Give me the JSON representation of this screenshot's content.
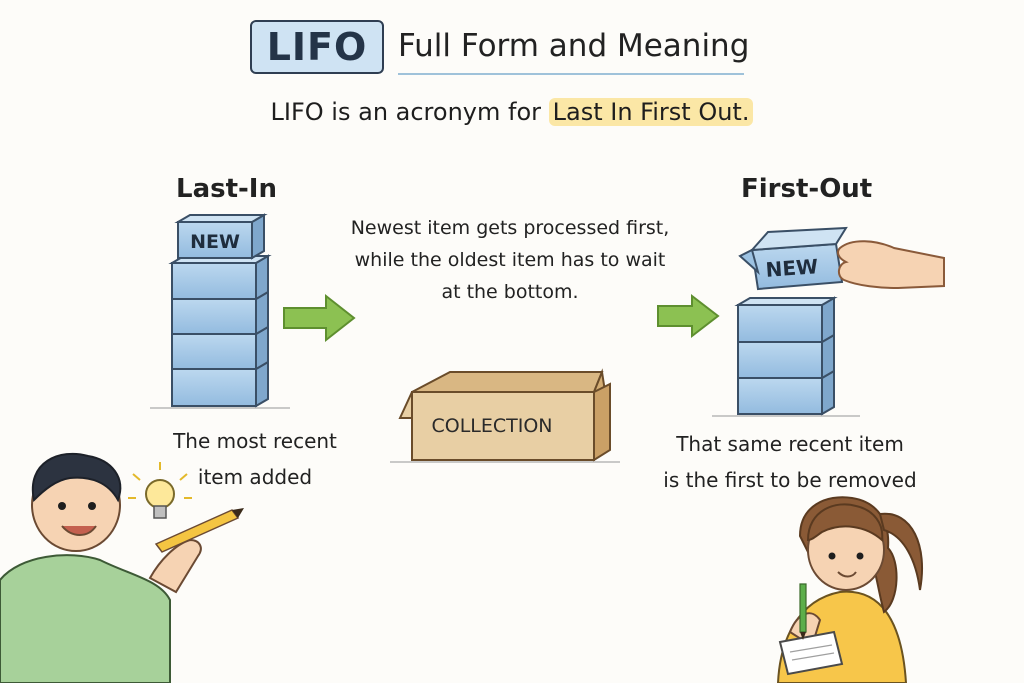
{
  "title": {
    "badge": "LIFO",
    "text": "Full Form and Meaning"
  },
  "subtitle": {
    "prefix": "LIFO is an acronym for",
    "highlight": "Last In First Out."
  },
  "left": {
    "heading": "Last-In",
    "top_box_label": "NEW",
    "caption_line1": "The most recent",
    "caption_line2": "item added"
  },
  "center": {
    "line1": "Newest item gets processed first,",
    "line2": "while the oldest item has to wait",
    "line3": "at the bottom.",
    "box_label": "COLLECTION"
  },
  "right": {
    "heading": "First-Out",
    "lifted_box_label": "NEW",
    "caption_line1": "That same recent item",
    "caption_line2": "is the first to be removed"
  },
  "colors": {
    "box_blue": "#a9cbe9",
    "arrow_green": "#8cc152",
    "highlight_yellow": "#fbe7a6",
    "cardboard": "#e8cfa4"
  },
  "icons": [
    "lightbulb-icon",
    "pencil-icon",
    "hand-icon",
    "notepad-icon"
  ]
}
